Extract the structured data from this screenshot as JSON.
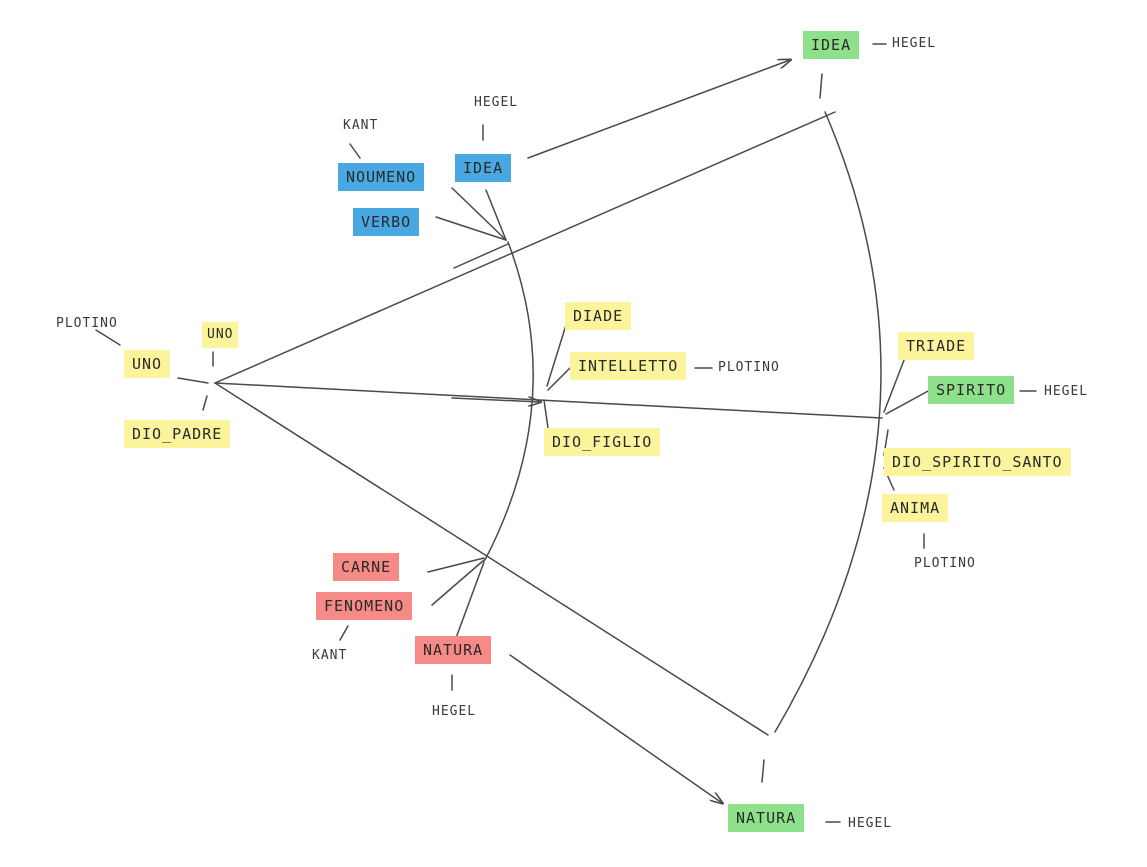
{
  "nodes": {
    "uno_left": "UNO",
    "uno_small": "UNO",
    "dio_padre": "DIO_PADRE",
    "noumeno": "NOUMENO",
    "verbo": "VERBO",
    "idea_mid": "IDEA",
    "idea_top": "IDEA",
    "diade": "DIADE",
    "intelletto": "INTELLETTO",
    "dio_figlio": "DIO_FIGLIO",
    "triade": "TRIADE",
    "spirito": "SPIRITO",
    "dio_spirito_santo": "DIO_SPIRITO_SANTO",
    "anima": "ANIMA",
    "carne": "CARNE",
    "fenomeno": "FENOMENO",
    "natura_mid": "NATURA",
    "natura_bottom": "NATURA"
  },
  "notes": {
    "plotino_uno": "PLOTINO",
    "kant_noumeno": "KANT",
    "hegel_idea_mid": "HEGEL",
    "hegel_idea_top": "HEGEL",
    "plotino_intelletto": "PLOTINO",
    "hegel_spirito": "HEGEL",
    "plotino_anima": "PLOTINO",
    "kant_fenomeno": "KANT",
    "hegel_natura_mid": "HEGEL",
    "hegel_natura_bottom": "HEGEL"
  },
  "colors": {
    "yellow": "#fbf49c",
    "blue": "#49a8e2",
    "green": "#8fe08a",
    "red": "#f58a86",
    "ink": "#4a4a4a"
  }
}
